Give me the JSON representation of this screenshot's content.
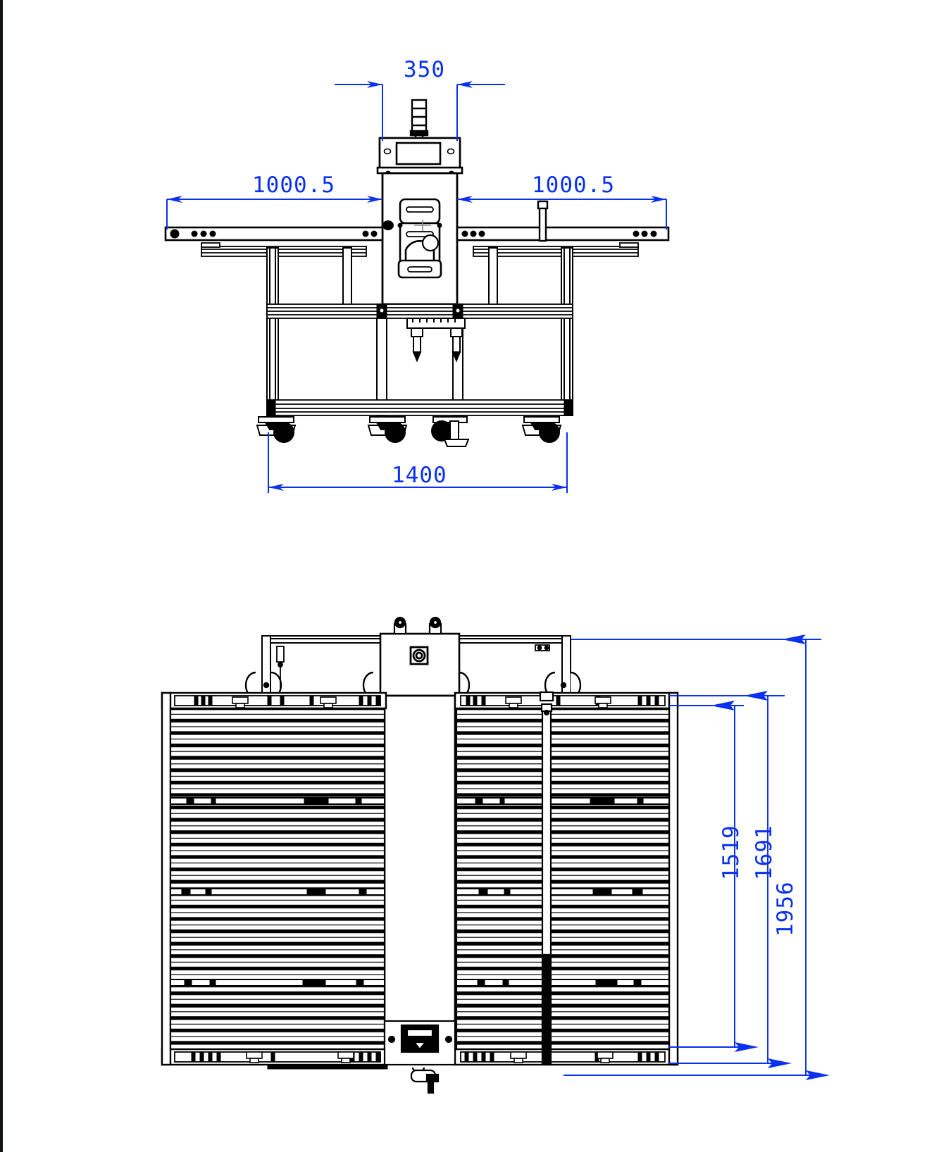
{
  "drawing": {
    "type": "engineering-drawing",
    "title": "",
    "units": "mm",
    "line_color": "#000000",
    "dimension_color": "#0a30f0",
    "background_color": "#ffffff",
    "views": [
      {
        "name": "front-elevation-view",
        "position": "top"
      },
      {
        "name": "top-plan-view",
        "position": "bottom"
      }
    ]
  },
  "dimensions": {
    "front_view": {
      "head_width": "350",
      "left_conveyor_length": "1000.5",
      "right_conveyor_length": "1000.5",
      "frame_width": "1400"
    },
    "top_view": {
      "inner_depth": "1519",
      "mid_depth": "1691",
      "overall_depth": "1956"
    }
  },
  "components": {
    "signal_tower_light": "signal-tower-light",
    "control_head_panel": "control-head-panel",
    "hmi_screen": "hmi-display-screen",
    "center_column": "center-column",
    "applicator_plate": "applicator-plate",
    "air_filter_regulator_left": "air-filter-regulator-left",
    "air_filter_regulator_right": "air-filter-regulator-right",
    "conveyor_rail_left": "conveyor-rail-left",
    "conveyor_rail_right": "conveyor-rail-right",
    "extrusion_frame": "aluminium-extrusion-frame",
    "caster_wheels": "caster-wheel",
    "leveling_feet": "leveling-foot",
    "roller_bed_left": "roller-conveyor-bed-left",
    "roller_bed_right": "roller-conveyor-bed-right",
    "side_guide_rail": "adjustable-side-guide-rail",
    "motor_left": "drive-motor-left",
    "motor_right": "drive-motor-right",
    "fan_vent": "cooling-fan-vent",
    "hand_wheel_left": "adjustment-hand-wheel-left",
    "hand_wheel_right": "adjustment-hand-wheel-right"
  }
}
